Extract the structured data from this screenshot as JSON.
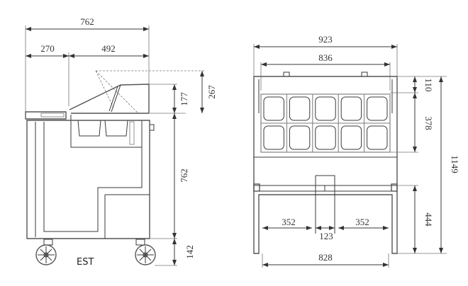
{
  "side_view": {
    "label": "EST",
    "dims": {
      "overall_depth": "762",
      "shelf_depth": "270",
      "body_depth": "492",
      "lid_height": "177",
      "lid_open_height": "267",
      "body_height": "762",
      "caster_height": "142"
    }
  },
  "front_view": {
    "pan_rows": 2,
    "pan_cols": 5,
    "dims": {
      "overall_width": "923",
      "inner_width": "836",
      "top_margin": "110",
      "pan_area_height": "378",
      "overall_height": "1149",
      "leg_height": "444",
      "left_span": "352",
      "center_span": "123",
      "right_span": "352",
      "leg_span": "828"
    }
  }
}
